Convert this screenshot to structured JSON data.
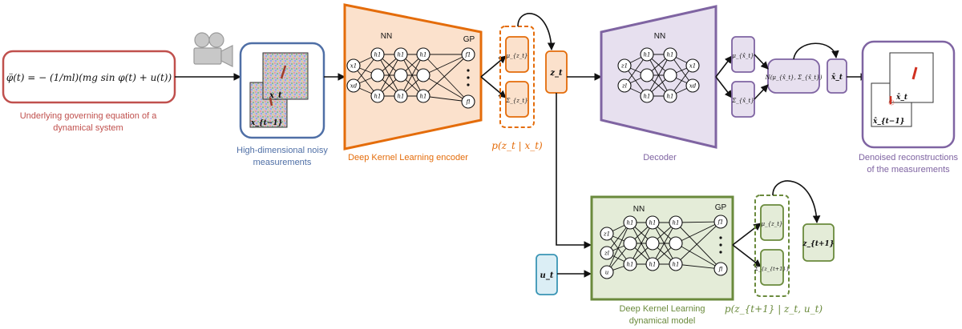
{
  "equation": {
    "text": "φ̈(t) = − (1/ml)(mg sin φ(t) + u(t))",
    "caption_line1": "Underlying governing equation of a",
    "caption_line2": "dynamical system"
  },
  "measurements": {
    "caption_line1": "High-dimensional noisy",
    "caption_line2": "measurements",
    "frame_front": "x_t",
    "frame_back": "x_{t−1}"
  },
  "encoder": {
    "caption": "Deep Kernel Learning encoder",
    "nn_label": "NN",
    "gp_label": "GP",
    "inputs": [
      "x1",
      "xd"
    ],
    "hidden": [
      "h1",
      "h1",
      "h1"
    ],
    "outputs": [
      "f1",
      "fl"
    ]
  },
  "posterior": {
    "mu": "μ_{z_t}",
    "sigma": "Σ_{z_t}",
    "caption": "p(z_t | x_t)"
  },
  "latent": {
    "label": "z_t"
  },
  "decoder": {
    "caption": "Decoder",
    "nn_label": "NN",
    "inputs": [
      "z1",
      "zl"
    ],
    "hidden": [
      "h1",
      "h1",
      "h1"
    ],
    "outputs": [
      "x1",
      "xd"
    ]
  },
  "recon_params": {
    "mu": "μ_{x̂_t}",
    "sigma": "Σ_{x̂_t}",
    "normal": "N(μ_{x̂_t}, Σ_{x̂_t})",
    "sample": "x̂_t"
  },
  "reconstruction": {
    "caption_line1": "Denoised reconstructions",
    "caption_line2": "of the measurements",
    "frame_front": "x̂_t",
    "frame_back": "x̂_{t−1}"
  },
  "dynamics": {
    "caption_line1": "Deep Kernel Learning",
    "caption_line2": "dynamical model",
    "nn_label": "NN",
    "gp_label": "GP",
    "inputs": [
      "z1",
      "zl",
      "u"
    ],
    "hidden": [
      "h1",
      "h1",
      "h1"
    ],
    "outputs": [
      "f1",
      "fl"
    ]
  },
  "control": {
    "label": "u_t"
  },
  "transition": {
    "mu": "μ_{z_t}",
    "sigma": "Σ_{z_{t+1}}",
    "caption": "p(z_{t+1} | z_t, u_t)",
    "next": "z_{t+1}"
  },
  "colors": {
    "red": "#c0504d",
    "blue": "#4f6fa6",
    "orange": "#e46c0a",
    "purple": "#7f64a2",
    "green": "#6a8a3c",
    "teal": "#3a95b5"
  }
}
